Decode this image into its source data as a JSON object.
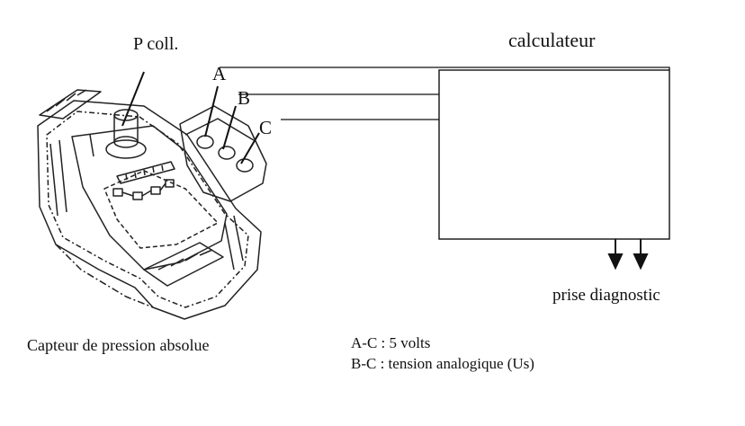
{
  "labels": {
    "pressure_port": "P coll.",
    "ecu": "calculateur",
    "pin_a": "A",
    "pin_b": "B",
    "pin_c": "C",
    "diag_socket": "prise diagnostic",
    "sensor_caption": "Capteur de pression absolue"
  },
  "legend": {
    "ac": "A-C : 5 volts",
    "bc": "B-C : tension analogique (Us)"
  }
}
